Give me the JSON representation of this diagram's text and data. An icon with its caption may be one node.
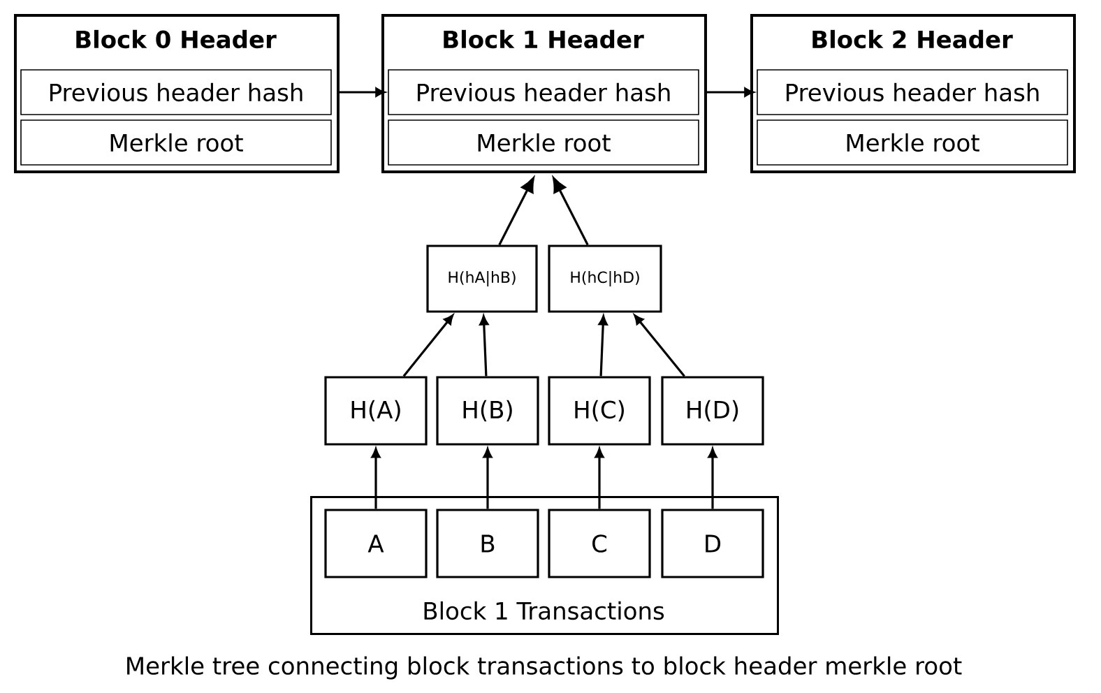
{
  "diagram": {
    "caption": "Merkle tree connecting block transactions to block header merkle root",
    "nodes": [
      {
        "text": [
          "Block 0 Header"
        ]
      },
      {
        "text": [
          "Previous header hash"
        ],
        "in": 0
      },
      {
        "text": [
          "Merkle root"
        ],
        "in": 0
      },
      {
        "text": [
          "Block 1 Header"
        ]
      },
      {
        "text": [
          "Previous header hash"
        ],
        "in": 3
      },
      {
        "text": [
          "Merkle root"
        ],
        "in": 3
      },
      {
        "text": [
          "Block 2 Header"
        ]
      },
      {
        "text": [
          "Previous header hash"
        ],
        "in": 6
      },
      {
        "text": [
          "Merkle root"
        ],
        "in": 6
      },
      {
        "text": [
          "H(hA|hB)"
        ]
      },
      {
        "text": [
          "H(hC|hD)"
        ]
      },
      {
        "text": [
          "H(A)"
        ]
      },
      {
        "text": [
          "H(B)"
        ]
      },
      {
        "text": [
          "H(C)"
        ]
      },
      {
        "text": [
          "H(D)"
        ]
      },
      {
        "text": [
          "Block 1 Transactions"
        ]
      },
      {
        "text": [
          "A"
        ],
        "in": 15
      },
      {
        "text": [
          "B"
        ],
        "in": 15
      },
      {
        "text": [
          "C"
        ],
        "in": 15
      },
      {
        "text": [
          "D"
        ],
        "in": 15
      }
    ],
    "edges": [
      {
        "from": 0,
        "to": 4,
        "arrow": "to"
      },
      {
        "from": 3,
        "to": 7,
        "arrow": "to"
      },
      {
        "from": 9,
        "to": 5,
        "arrow": "to"
      },
      {
        "from": 10,
        "to": 5,
        "arrow": "to"
      },
      {
        "from": 11,
        "to": 9,
        "arrow": "to"
      },
      {
        "from": 12,
        "to": 9,
        "arrow": "to"
      },
      {
        "from": 13,
        "to": 10,
        "arrow": "to"
      },
      {
        "from": 14,
        "to": 10,
        "arrow": "to"
      },
      {
        "from": 16,
        "to": 11,
        "arrow": "to"
      },
      {
        "from": 17,
        "to": 12,
        "arrow": "to"
      },
      {
        "from": 18,
        "to": 13,
        "arrow": "to"
      },
      {
        "from": 19,
        "to": 14,
        "arrow": "to"
      }
    ]
  }
}
